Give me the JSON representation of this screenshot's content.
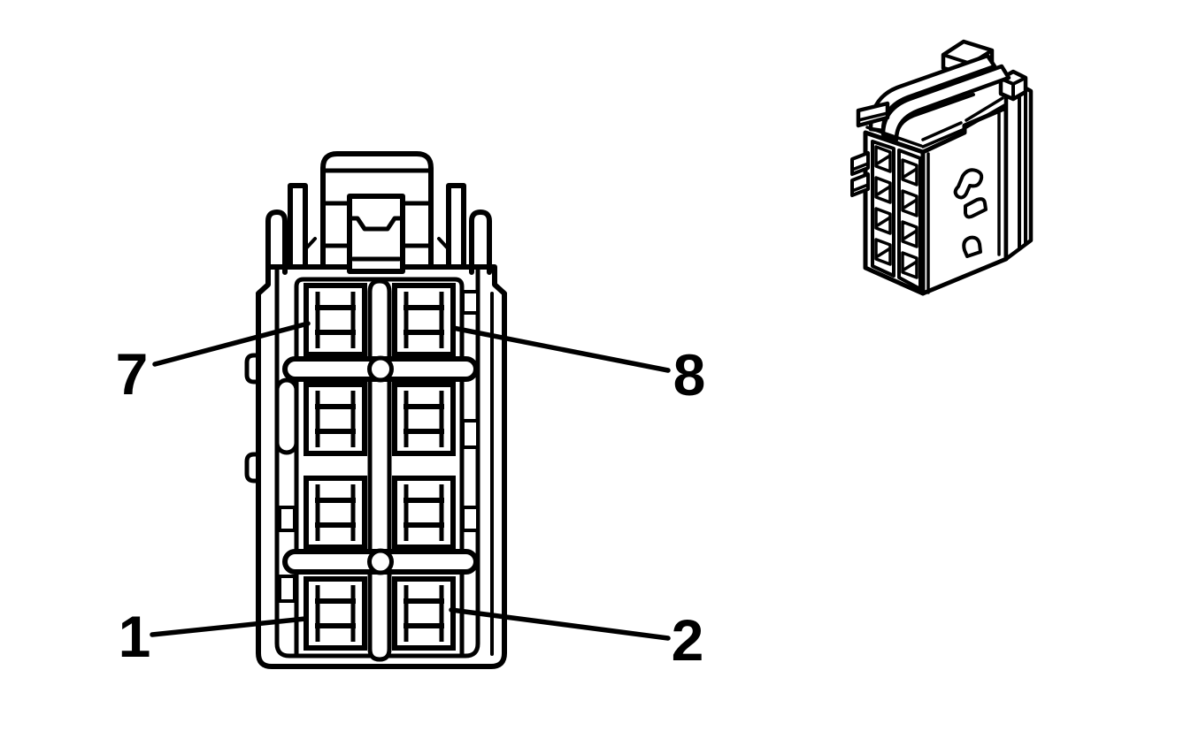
{
  "diagram": {
    "ink_color": "#000000",
    "paper_color": "#ffffff",
    "callouts": [
      {
        "label": "7",
        "position": "upper-left"
      },
      {
        "label": "8",
        "position": "upper-right"
      },
      {
        "label": "1",
        "position": "lower-left"
      },
      {
        "label": "2",
        "position": "lower-right"
      }
    ],
    "front_view": {
      "terminal_rows": 4,
      "terminal_columns": 2
    },
    "iso_view": {
      "cavity_columns": 2,
      "cavities_per_column": 4
    }
  }
}
